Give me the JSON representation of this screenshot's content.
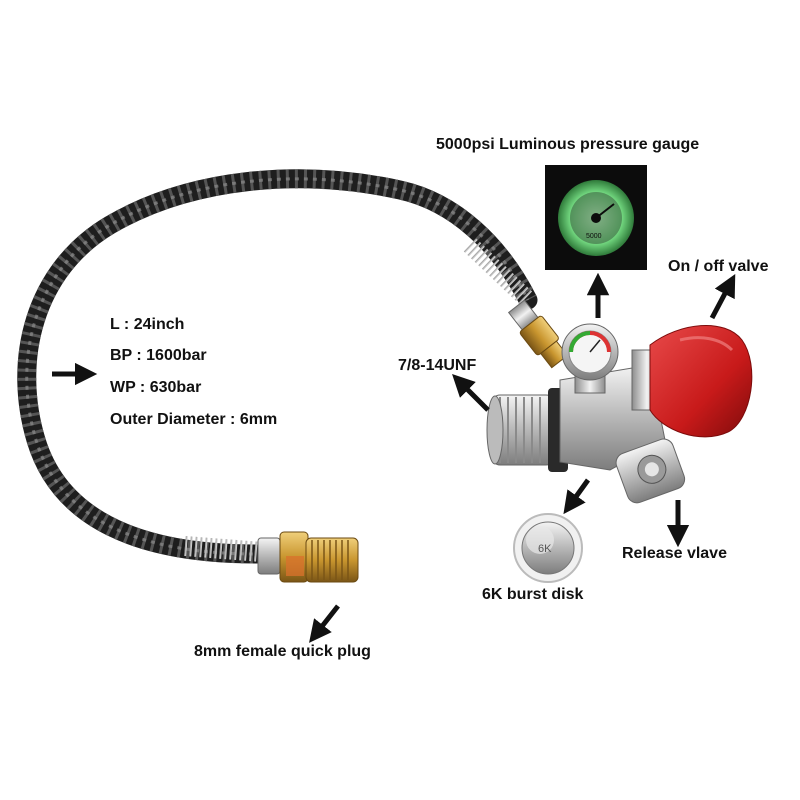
{
  "specs": {
    "length": "L : 24inch",
    "burst_pressure": "BP : 1600bar",
    "working_pressure": "WP : 630bar",
    "outer_diameter": "Outer Diameter : 6mm"
  },
  "callouts": {
    "gauge": "5000psi Luminous pressure gauge",
    "valve": "On / off valve",
    "thread": "7/8-14UNF",
    "release": "Release vlave",
    "burst_disk": "6K burst disk",
    "quick_plug": "8mm female quick plug"
  },
  "inset_text": {
    "gauge_face": "5000",
    "disk_mark": "6K"
  },
  "colors": {
    "hose": "#1e1e1e",
    "spring": "#cfcfcf",
    "brass": "#c9962f",
    "knob": "#c81a1a",
    "chrome": "#d9d9d9",
    "glow": "#8fe89a"
  }
}
